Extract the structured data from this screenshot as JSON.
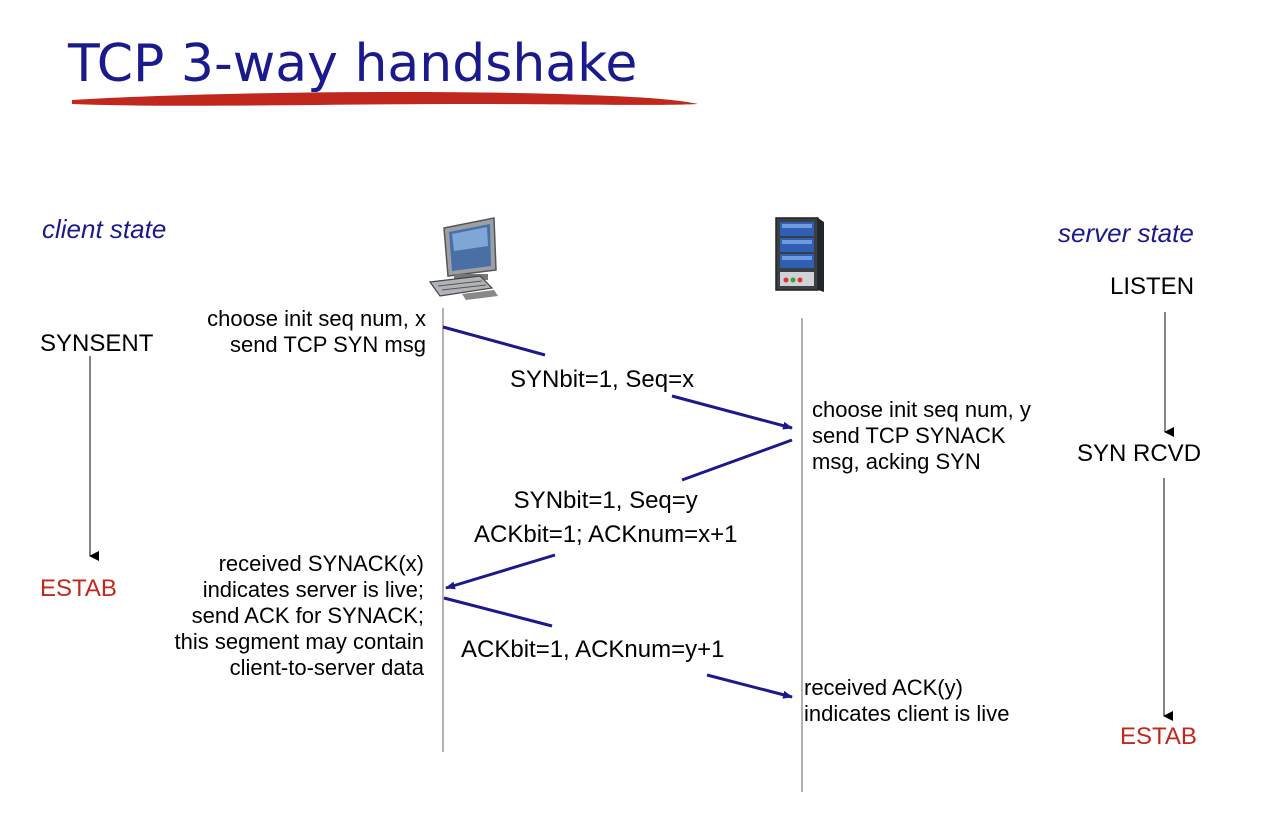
{
  "title": "TCP 3-way handshake",
  "client_state_label": "client state",
  "server_state_label": "server state",
  "client_states": {
    "synsent": "SYNSENT",
    "estab": "ESTAB"
  },
  "server_states": {
    "listen": "LISTEN",
    "syn_rcvd": "SYN RCVD",
    "estab": "ESTAB"
  },
  "client_notes": {
    "step1": [
      "choose init seq num, x",
      "send TCP SYN msg"
    ],
    "step3": [
      "received SYNACK(x)",
      "indicates server is live;",
      "send ACK for SYNACK;",
      "this segment may contain",
      "client-to-server data"
    ]
  },
  "server_notes": {
    "step2": [
      "choose init seq num, y",
      "send TCP SYNACK",
      "msg, acking SYN"
    ],
    "step4": [
      "received ACK(y)",
      "indicates client is live"
    ]
  },
  "messages": {
    "syn": "SYNbit=1, Seq=x",
    "synack": [
      "SYNbit=1, Seq=y",
      "ACKbit=1; ACKnum=x+1"
    ],
    "ack": "ACKbit=1, ACKnum=y+1"
  },
  "icons": {
    "client": "desktop-computer-icon",
    "server": "server-tower-icon"
  },
  "colors": {
    "title": "#1a1a8c",
    "title_underline": "#c0281e",
    "arrow": "#1a1a8c",
    "estab": "#c0281e"
  }
}
